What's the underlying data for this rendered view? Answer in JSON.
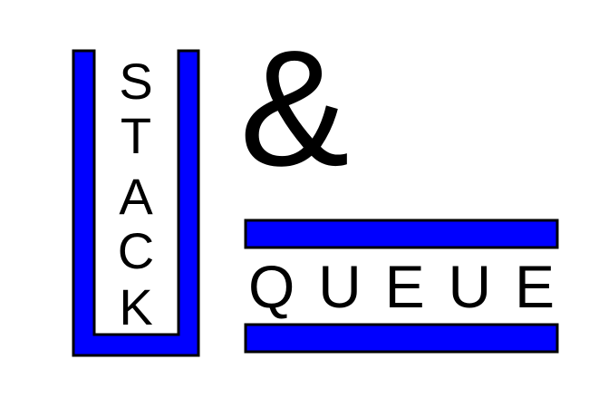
{
  "stack": {
    "letters": [
      "S",
      "T",
      "A",
      "C",
      "K"
    ]
  },
  "ampersand": "&",
  "queue": {
    "label": "QUEUE"
  },
  "colors": {
    "fill": "#0000FF",
    "outline": "#000000",
    "background": "#FFFFFF",
    "text": "#000000"
  }
}
